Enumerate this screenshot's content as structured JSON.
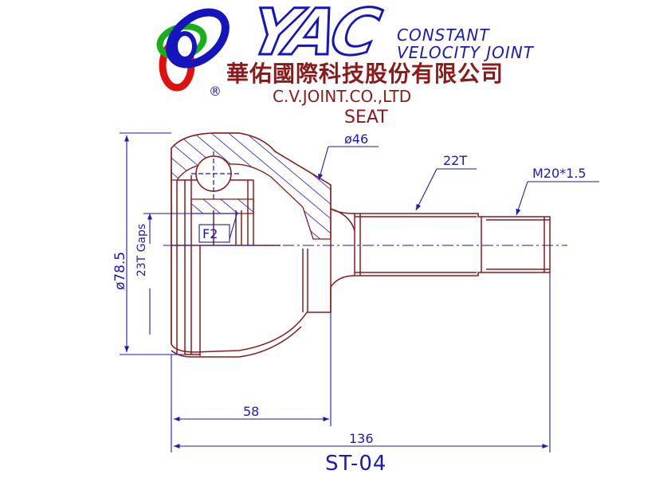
{
  "header": {
    "brand_mark": "YAC",
    "tagline_line1": "CONSTANT",
    "tagline_line2": "VELOCITY JOINT",
    "registered": "®",
    "company_cn": "華佑國際科技股份有限公司",
    "company_en": "C.V.JOINT.CO.,LTD",
    "vehicle": "SEAT"
  },
  "dimensions": {
    "bell_diameter": "ø78.5",
    "inner_spline": "23T Gaps",
    "seal_diameter": "ø46",
    "shaft_spline": "22T",
    "thread": "M20*1.5",
    "marker": "F2",
    "bell_length": "58",
    "overall_length": "136"
  },
  "part_number": "ST-04",
  "colors": {
    "logo_blue": "#1515c0",
    "logo_red": "#e01010",
    "logo_green": "#18b018",
    "company_text": "#8b1a1a",
    "drawing_line": "#8b1a1a",
    "dimension_line": "#1a1ab8",
    "hatch": "#1a1ab8"
  }
}
